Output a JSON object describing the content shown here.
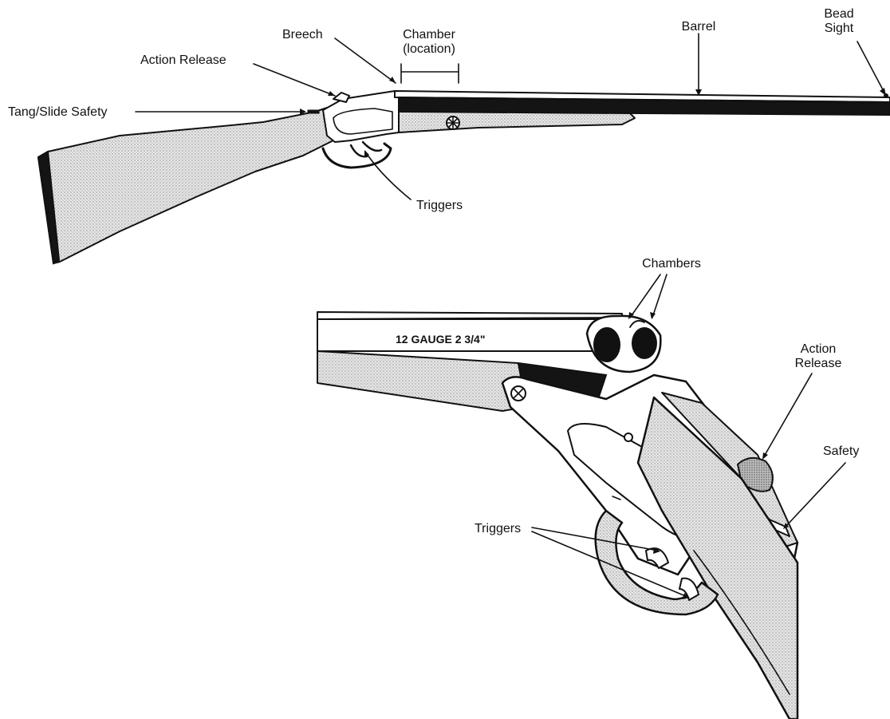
{
  "diagram": {
    "top_labels": {
      "breech": "Breech",
      "chamber_line1": "Chamber",
      "chamber_line2": "(location)",
      "barrel": "Barrel",
      "bead_line1": "Bead",
      "bead_line2": "Sight",
      "action_release": "Action Release",
      "tang_safety": "Tang/Slide Safety",
      "triggers": "Triggers"
    },
    "bottom_labels": {
      "chambers": "Chambers",
      "action_release_line1": "Action",
      "action_release_line2": "Release",
      "safety": "Safety",
      "triggers": "Triggers",
      "barrel_marking": "12 GAUGE 2 3/4\""
    }
  }
}
